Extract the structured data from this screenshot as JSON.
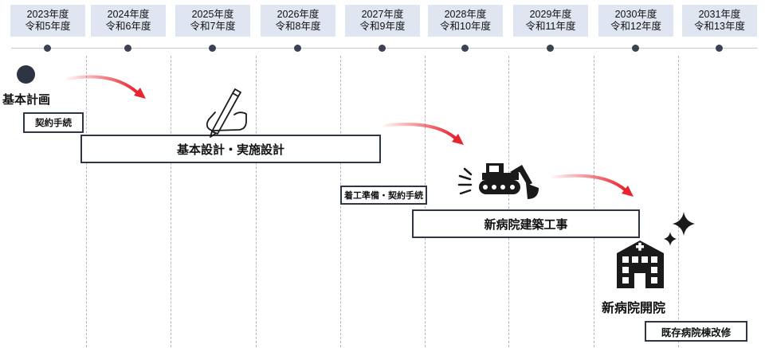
{
  "years": [
    {
      "line1": "2023年度",
      "line2": "令和5年度"
    },
    {
      "line1": "2024年度",
      "line2": "令和6年度"
    },
    {
      "line1": "2025年度",
      "line2": "令和7年度"
    },
    {
      "line1": "2026年度",
      "line2": "令和8年度"
    },
    {
      "line1": "2027年度",
      "line2": "令和9年度"
    },
    {
      "line1": "2028年度",
      "line2": "令和10年度"
    },
    {
      "line1": "2029年度",
      "line2": "令和11年度"
    },
    {
      "line1": "2030年度",
      "line2": "令和12年度"
    },
    {
      "line1": "2031年度",
      "line2": "令和13年度"
    }
  ],
  "milestones": {
    "start": "基本計画",
    "opening": "新病院開院"
  },
  "tasks": {
    "contract": "契約手続",
    "design": "基本設計・実施設計",
    "prep": "着工準備・契約手続",
    "construction": "新病院建築工事",
    "renovation": "既存病院棟改修"
  },
  "icons": {
    "pen": "pen-writing-icon",
    "excavator": "excavator-icon",
    "hospital": "hospital-building-icon",
    "sparkle": "sparkle-icon"
  },
  "colors": {
    "header_bg": "#dfe6f1",
    "box_border": "#2e3648",
    "arrow": "#e8242c",
    "icon": "#1a1a1a"
  }
}
